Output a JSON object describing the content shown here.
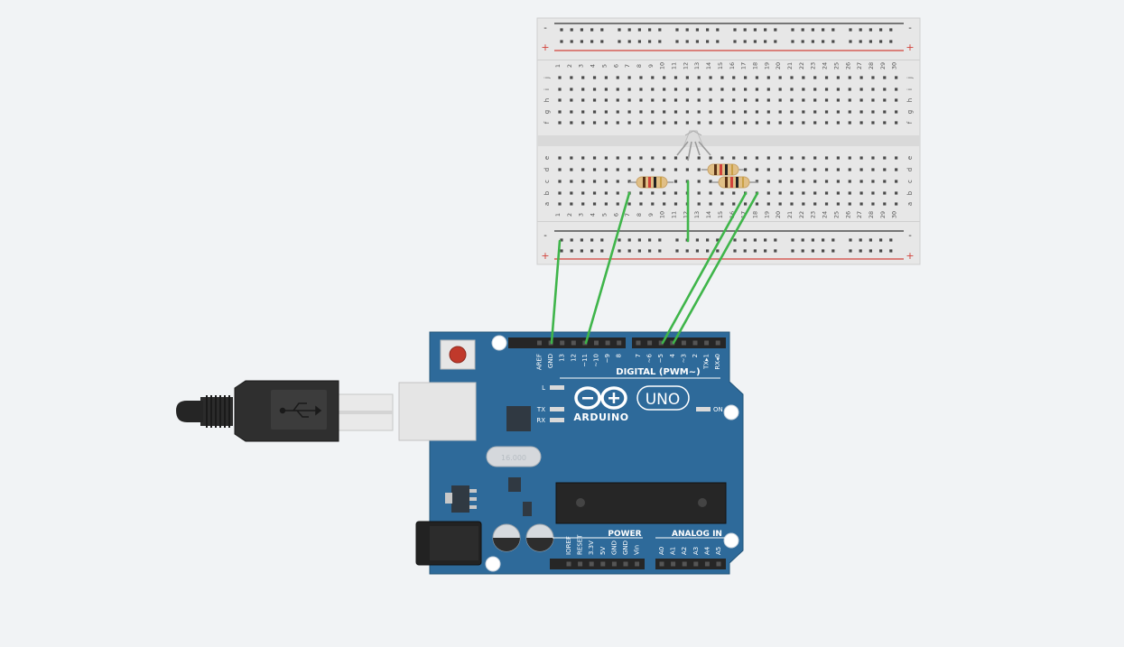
{
  "breadboard": {
    "columns": [
      "1",
      "2",
      "3",
      "4",
      "5",
      "6",
      "7",
      "8",
      "9",
      "10",
      "11",
      "12",
      "13",
      "14",
      "15",
      "16",
      "17",
      "18",
      "19",
      "20",
      "21",
      "22",
      "23",
      "24",
      "25",
      "26",
      "27",
      "28",
      "29",
      "30"
    ],
    "upper_rows": [
      "j",
      "i",
      "h",
      "g",
      "f"
    ],
    "lower_rows": [
      "e",
      "d",
      "c",
      "b",
      "a"
    ],
    "rail_minus": "-",
    "rail_plus": "+"
  },
  "arduino": {
    "brand": "ARDUINO",
    "model": "UNO",
    "digital_header_label": "DIGITAL (PWM~)",
    "digital_pins_left": [
      "AREF",
      "GND",
      "13",
      "12",
      "~11",
      "~10",
      "~9",
      "8"
    ],
    "digital_pins_right": [
      "7",
      "~6",
      "~5",
      "4",
      "~3",
      "2",
      "TX▸1",
      "RX◂0"
    ],
    "led_l": "L",
    "led_tx": "TX",
    "led_rx": "RX",
    "led_on": "ON",
    "power_label": "POWER",
    "power_pins": [
      "IOREF",
      "RESET",
      "3.3V",
      "5V",
      "GND",
      "GND",
      "Vin"
    ],
    "analog_label": "ANALOG IN",
    "analog_pins": [
      "A0",
      "A1",
      "A2",
      "A3",
      "A4",
      "A5"
    ],
    "crystal_label": "16.000"
  },
  "colors": {
    "board_blue": "#2e6a9a",
    "wire_green": "#3fb54a",
    "rail_red": "#d2433b",
    "breadboard_bg": "#e7e7e7"
  }
}
